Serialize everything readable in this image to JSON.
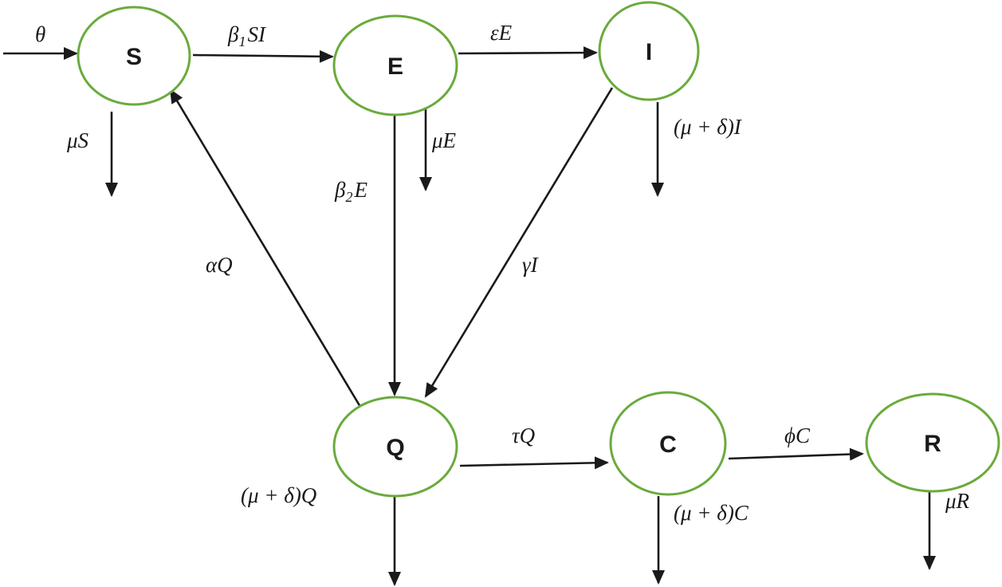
{
  "colors": {
    "node_stroke": "#6aab3c",
    "edge": "#1a1a1a",
    "text": "#1a1a1a"
  },
  "nodes": {
    "S": "S",
    "E": "E",
    "I": "I",
    "Q": "Q",
    "C": "C",
    "R": "R"
  },
  "rates": {
    "recruitment": "θ",
    "infection_main": "β",
    "infection_sub": "1",
    "infection_rest": "SI",
    "progression": "εE",
    "death_S": "μS",
    "death_E": "μE",
    "death_I": "(μ + δ)I",
    "quarantine_E_main": "β",
    "quarantine_E_sub": "2",
    "quarantine_E_rest": "E",
    "return_to_S": "αQ",
    "quarantine_I": "γI",
    "confirm": "τQ",
    "death_Q": "(μ + δ)Q",
    "recover": "ϕC",
    "death_C": "(μ + δ)C",
    "death_R": "μR"
  }
}
